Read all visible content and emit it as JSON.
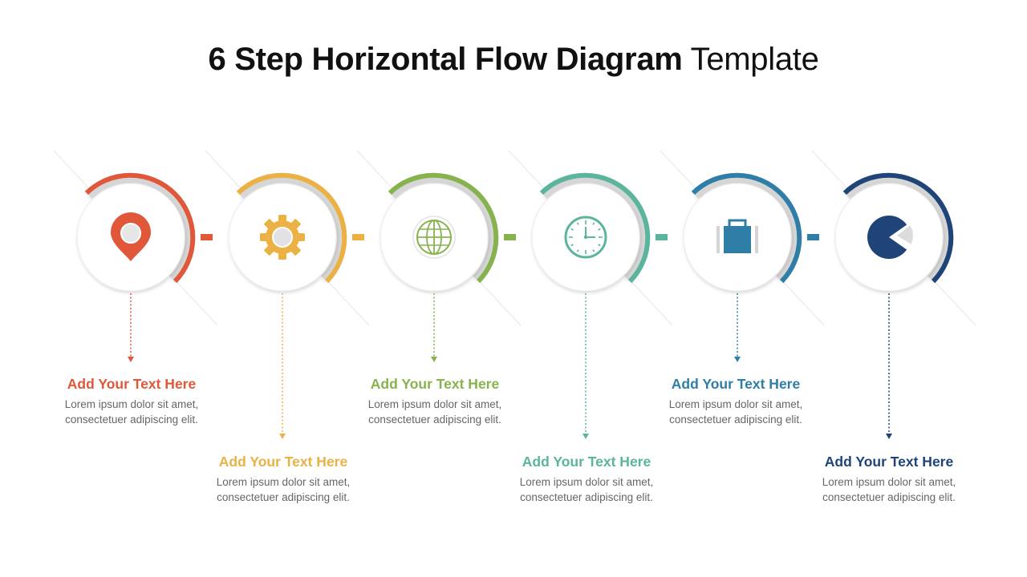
{
  "title": {
    "bold": "6 Step Horizontal Flow Diagram",
    "regular": "Template"
  },
  "steps": [
    {
      "color": "#e0573a",
      "icon": "map-pin-icon",
      "heading": "Add Your Text Here",
      "line1": "Lorem ipsum dolor sit amet,",
      "line2": "consectetuer adipiscing elit."
    },
    {
      "color": "#ebb145",
      "icon": "gear-icon",
      "heading": "Add Your Text Here",
      "line1": "Lorem ipsum dolor sit amet,",
      "line2": "consectetuer adipiscing elit."
    },
    {
      "color": "#86b34e",
      "icon": "globe-icon",
      "heading": "Add Your Text Here",
      "line1": "Lorem ipsum dolor sit amet,",
      "line2": "consectetuer adipiscing elit."
    },
    {
      "color": "#5ab59c",
      "icon": "clock-icon",
      "heading": "Add Your Text Here",
      "line1": "Lorem ipsum dolor sit amet,",
      "line2": "consectetuer adipiscing elit."
    },
    {
      "color": "#2e7ea8",
      "icon": "briefcase-icon",
      "heading": "Add Your Text Here",
      "line1": "Lorem ipsum dolor sit amet,",
      "line2": "consectetuer adipiscing elit."
    },
    {
      "color": "#1e4478",
      "icon": "pie-chart-icon",
      "heading": "Add Your Text Here",
      "line1": "Lorem ipsum dolor sit amet,",
      "line2": "consectetuer adipiscing elit."
    }
  ]
}
